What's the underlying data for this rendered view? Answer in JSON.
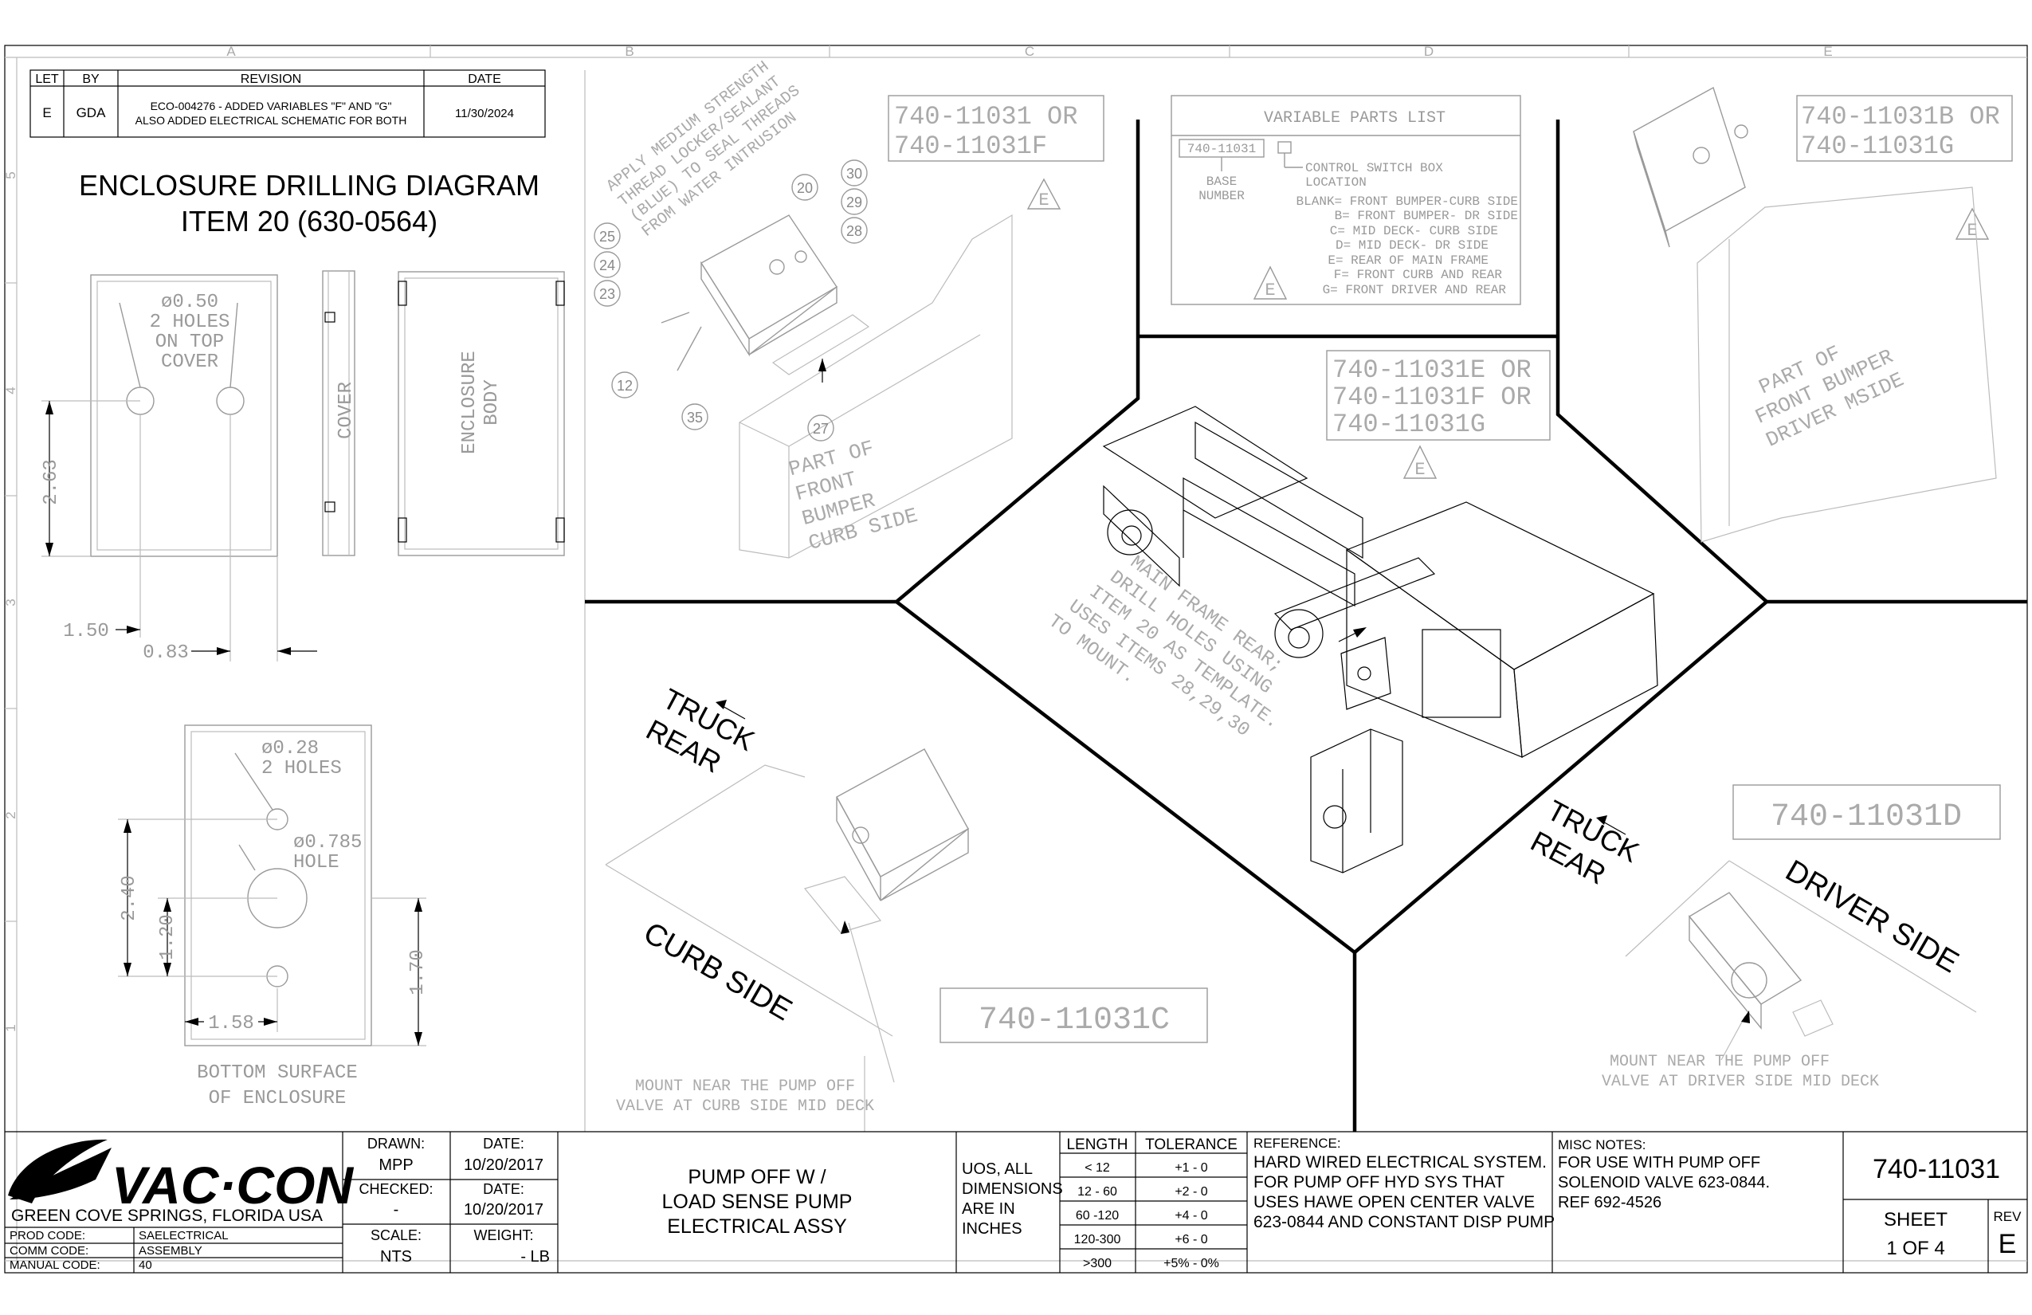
{
  "revision_block": {
    "headers": {
      "let": "LET",
      "by": "BY",
      "revision": "REVISION",
      "date": "DATE"
    },
    "row": {
      "let": "E",
      "by": "GDA",
      "revision_line1": "ECO-004276 - ADDED VARIABLES \"F\" AND \"G\"",
      "revision_line2": "ALSO ADDED ELECTRICAL SCHEMATIC FOR BOTH",
      "date": "11/30/2024"
    }
  },
  "zones": {
    "columns": [
      "A",
      "B",
      "C",
      "D",
      "E"
    ],
    "rows": [
      "5",
      "4",
      "3",
      "2",
      "1"
    ]
  },
  "drilling_diagram": {
    "title_line1": "ENCLOSURE DRILLING DIAGRAM",
    "title_line2": "ITEM 20 (630-0564)",
    "top_holes_line1": "ø0.50",
    "top_holes_line2": "2 HOLES",
    "top_holes_line3": "ON TOP",
    "top_holes_line4": "COVER",
    "dim_263": "2.63",
    "dim_150": "1.50",
    "dim_083": "0.83",
    "cover_label": "COVER",
    "body_label_line1": "ENCLOSURE",
    "body_label_line2": "BODY",
    "bottom_holes_line1": "ø0.28",
    "bottom_holes_line2": "2 HOLES",
    "center_hole_line1": "ø0.785",
    "center_hole_line2": "HOLE",
    "dim_240": "2.40",
    "dim_120": "1.20",
    "dim_170": "1.70",
    "dim_158": "1.58",
    "bottom_label_line1": "BOTTOM SURFACE",
    "bottom_label_line2": "OF ENCLOSURE"
  },
  "views": {
    "part_b": {
      "line1": "740-11031 OR",
      "line2": "740-11031F",
      "rev": "E"
    },
    "part_e": {
      "line1": "740-11031B OR",
      "line2": "740-11031G",
      "rev": "E"
    },
    "part_center": {
      "line1": "740-11031E OR",
      "line2": "740-11031F OR",
      "line3": "740-11031G",
      "rev": "E"
    },
    "part_d": "740-11031D",
    "part_c": "740-11031C",
    "thread_note": [
      "APPLY MEDIUM STRENGTH",
      "THREAD LOCKER/SEALANT",
      "(BLUE) TO SEAL THREADS",
      "FROM WATER INTRUSION"
    ],
    "balloons": [
      "20",
      "30",
      "29",
      "28",
      "25",
      "24",
      "23",
      "12",
      "35",
      "27"
    ],
    "front_bumper_curb": [
      "PART OF",
      "FRONT",
      "BUMPER",
      "CURB SIDE"
    ],
    "front_bumper_driver": [
      "PART OF",
      "FRONT BUMPER",
      "DRIVER MSIDE"
    ],
    "main_frame_note": [
      "MAIN FRAME REAR;",
      "DRILL HOLES USING",
      "ITEM 20 AS TEMPLATE.",
      "USES ITEMS 28,29,30",
      "TO MOUNT."
    ],
    "truck_rear_left": [
      "TRUCK",
      "REAR"
    ],
    "truck_rear_right": [
      "TRUCK",
      "REAR"
    ],
    "curb_side": "CURB SIDE",
    "driver_side": "DRIVER SIDE",
    "mount_curb": [
      "MOUNT NEAR THE PUMP OFF",
      "VALVE AT CURB SIDE MID DECK"
    ],
    "mount_driver": [
      "MOUNT NEAR THE PUMP OFF",
      "VALVE AT DRIVER SIDE MID DECK"
    ]
  },
  "variable_parts": {
    "title": "VARIABLE PARTS LIST",
    "base_box": "740-11031",
    "base_label_line1": "BASE",
    "base_label_line2": "NUMBER",
    "control_label_line1": "CONTROL SWITCH BOX",
    "control_label_line2": "LOCATION",
    "items": [
      "BLANK= FRONT BUMPER-CURB SIDE",
      "B= FRONT BUMPER- DR SIDE",
      "C= MID DECK- CURB SIDE",
      "D= MID DECK- DR SIDE",
      "E= REAR OF MAIN FRAME",
      "F= FRONT CURB AND REAR",
      "G= FRONT DRIVER AND REAR"
    ],
    "rev": "E"
  },
  "title_block": {
    "company": "GREEN COVE SPRINGS, FLORIDA USA",
    "logo_text": "VAC·CON",
    "codes": [
      {
        "label": "PROD CODE:",
        "value": "SAELECTRICAL"
      },
      {
        "label": "COMM CODE:",
        "value": "ASSEMBLY"
      },
      {
        "label": "MANUAL CODE:",
        "value": "40"
      }
    ],
    "drawn_label": "DRAWN:",
    "drawn": "MPP",
    "drawn_date_label": "DATE:",
    "drawn_date": "10/20/2017",
    "checked_label": "CHECKED:",
    "checked": "-",
    "checked_date_label": "DATE:",
    "checked_date": "10/20/2017",
    "scale_label": "SCALE:",
    "scale": "NTS",
    "weight_label": "WEIGHT:",
    "weight": "- LB",
    "description_line1": "PUMP  OFF  W /",
    "description_line2": "LOAD SENSE PUMP",
    "description_line3": "ELECTRICAL  ASSY",
    "uos_line1": "UOS, ALL",
    "uos_line2": "DIMENSIONS",
    "uos_line3": "ARE IN",
    "uos_line4": "INCHES",
    "tolerance_headers": {
      "length": "LENGTH",
      "tolerance": "TOLERANCE"
    },
    "tolerances": [
      {
        "length": "< 12",
        "tol": "+1 - 0"
      },
      {
        "length": "12 - 60",
        "tol": "+2 - 0"
      },
      {
        "length": "60 -120",
        "tol": "+4 - 0"
      },
      {
        "length": "120-300",
        "tol": "+6 - 0"
      },
      {
        "length": ">300",
        "tol": "+5% - 0%"
      }
    ],
    "reference_label": "REFERENCE:",
    "reference_lines": [
      "HARD WIRED ELECTRICAL SYSTEM.",
      "FOR PUMP OFF HYD SYS THAT",
      "USES HAWE OPEN CENTER VALVE",
      "623-0844 AND CONSTANT DISP PUMP"
    ],
    "misc_label": "MISC NOTES:",
    "misc_lines": [
      "FOR USE WITH PUMP OFF",
      "SOLENOID VALVE 623-0844.",
      "REF 692-4526"
    ],
    "drawing_number": "740-11031",
    "sheet_label": "SHEET",
    "sheet": "1 OF 4",
    "rev_label": "REV",
    "rev": "E"
  }
}
